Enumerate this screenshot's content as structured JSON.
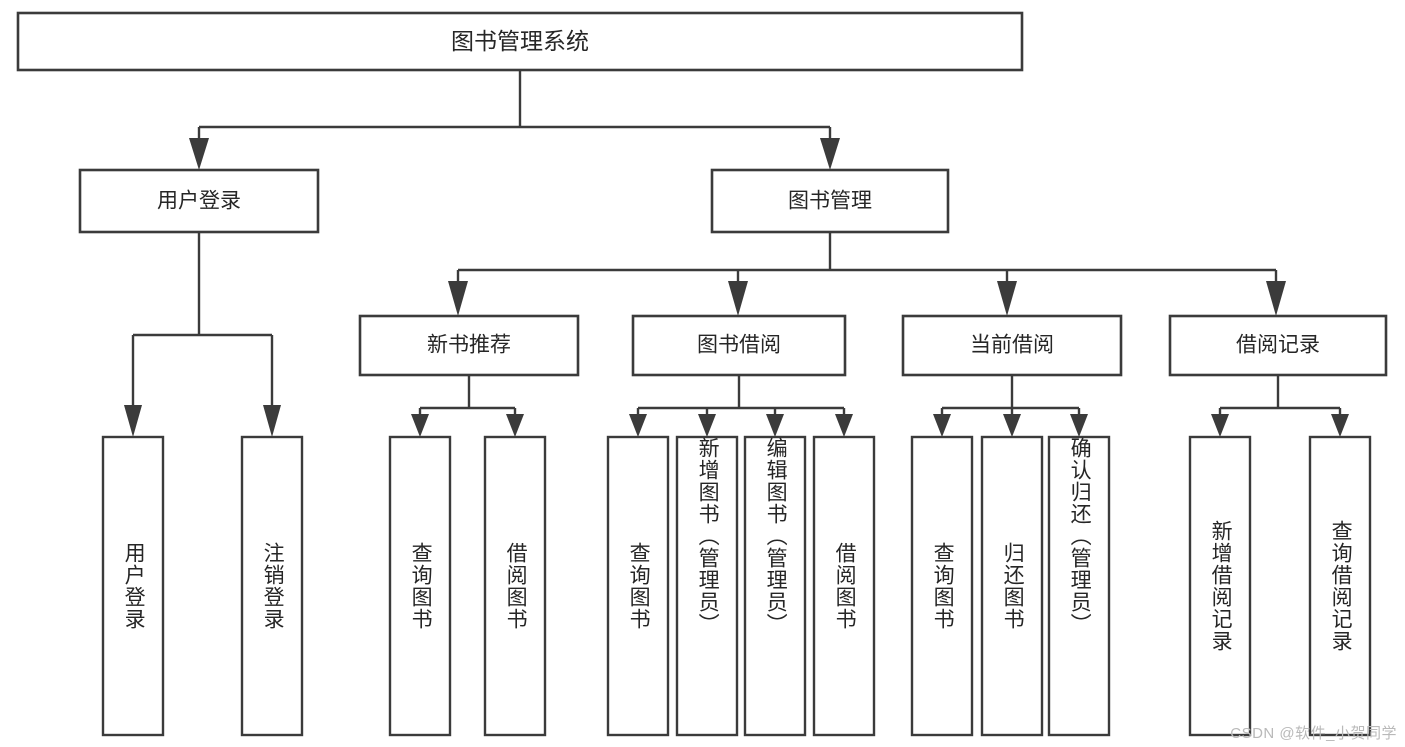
{
  "diagram": {
    "kind": "tree-hierarchy",
    "root": {
      "id": "root",
      "label": "图书管理系统"
    },
    "level1": [
      {
        "id": "user-login",
        "label": "用户登录"
      },
      {
        "id": "book-manage",
        "label": "图书管理"
      }
    ],
    "level2": [
      {
        "id": "new-book-rec",
        "label": "新书推荐",
        "parent": "book-manage"
      },
      {
        "id": "book-borrow",
        "label": "图书借阅",
        "parent": "book-manage"
      },
      {
        "id": "current-borrow",
        "label": "当前借阅",
        "parent": "book-manage"
      },
      {
        "id": "borrow-record",
        "label": "借阅记录",
        "parent": "book-manage"
      }
    ],
    "leaves": [
      {
        "id": "leaf-user-login",
        "label": "用户登录",
        "parent": "user-login"
      },
      {
        "id": "leaf-logout",
        "label": "注销登录",
        "parent": "user-login"
      },
      {
        "id": "leaf-query-book-1",
        "label": "查询图书",
        "parent": "new-book-rec"
      },
      {
        "id": "leaf-borrow-book-1",
        "label": "借阅图书",
        "parent": "new-book-rec"
      },
      {
        "id": "leaf-query-book-2",
        "label": "查询图书",
        "parent": "book-borrow"
      },
      {
        "id": "leaf-add-book",
        "label": "新增图书（管理员）",
        "parent": "book-borrow"
      },
      {
        "id": "leaf-edit-book",
        "label": "编辑图书（管理员）",
        "parent": "book-borrow"
      },
      {
        "id": "leaf-borrow-book-2",
        "label": "借阅图书",
        "parent": "book-borrow"
      },
      {
        "id": "leaf-query-book-3",
        "label": "查询图书",
        "parent": "current-borrow"
      },
      {
        "id": "leaf-return-book",
        "label": "归还图书",
        "parent": "current-borrow"
      },
      {
        "id": "leaf-confirm-return",
        "label": "确认归还（管理员）",
        "parent": "current-borrow"
      },
      {
        "id": "leaf-add-record",
        "label": "新增借阅记录",
        "parent": "borrow-record"
      },
      {
        "id": "leaf-query-record",
        "label": "查询借阅记录",
        "parent": "borrow-record"
      }
    ]
  },
  "colors": {
    "background": "#ffffff",
    "stroke": "#3b3b3b",
    "text": "#262626",
    "watermark": "#b9b9b9"
  },
  "watermark": {
    "text": "CSDN @软件_小贺同学"
  }
}
